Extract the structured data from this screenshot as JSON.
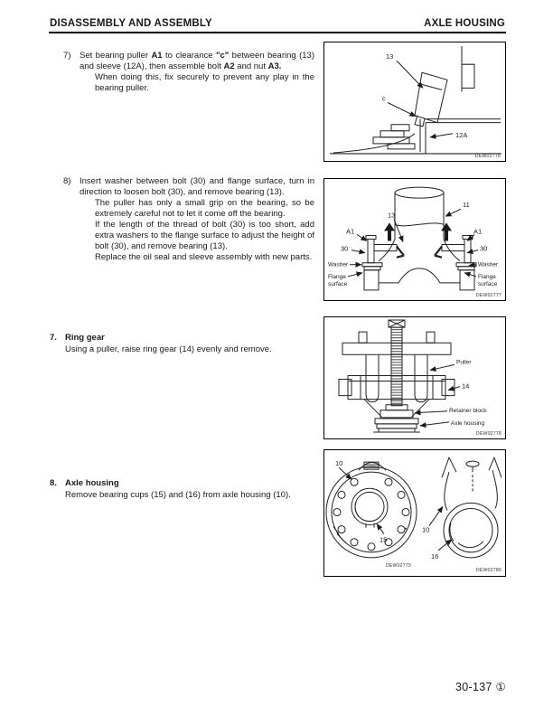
{
  "header": {
    "left": "DISASSEMBLY AND ASSEMBLY",
    "right": "AXLE HOUSING"
  },
  "step7": {
    "num": "7)",
    "t1": "Set bearing puller ",
    "b1": "A1",
    "t2": " to clearance ",
    "b2": "\"c\"",
    "t3": " between bearing (13) and sleeve (12A), then assemble bolt ",
    "b3": "A2",
    "t4": " and nut ",
    "b4": "A3.",
    "note": "When doing this, fix securely to prevent any play in the bearing puller."
  },
  "step8": {
    "num": "8)",
    "body": "Insert washer between bolt (30) and flange surface, turn in direction to loosen bolt (30), and remove bearing (13).",
    "notes": [
      "The puller has only a small grip on the bearing, so be extremely careful not to let it come off the bearing.",
      "If the length of the thread of bolt (30) is too short, add extra washers to the flange surface to adjust the height of bolt (30), and remove bearing (13).",
      "Replace the oil seal and sleeve assembly with new parts."
    ]
  },
  "sections": [
    {
      "num": "7.",
      "title": "Ring gear",
      "body": "Using a puller, raise ring gear (14) evenly and remove."
    },
    {
      "num": "8.",
      "title": "Axle housing",
      "body": "Remove bearing cups (15) and (16) from axle housing (10)."
    }
  ],
  "figures": {
    "fig1": {
      "label_13": "13",
      "label_c": "c",
      "label_12a": "12A",
      "code": "DEW02776"
    },
    "fig2": {
      "label_11": "11",
      "label_13": "13",
      "label_a1": "A1",
      "label_30": "30",
      "label_washer": "Washer",
      "label_flange_1": "Flange",
      "label_flange_2": "surface",
      "code": "DEW02777"
    },
    "fig3": {
      "label_puller": "Puller",
      "label_14": "14",
      "label_retainer": "Retainer block",
      "label_axle": "Axle housing",
      "code": "DEW02778"
    },
    "fig4": {
      "label_10": "10",
      "label_15": "15",
      "label_16": "16",
      "code_left": "DEW02779",
      "code_right": "DEW02780"
    }
  },
  "footer": {
    "page_number": "30-137 ①"
  }
}
